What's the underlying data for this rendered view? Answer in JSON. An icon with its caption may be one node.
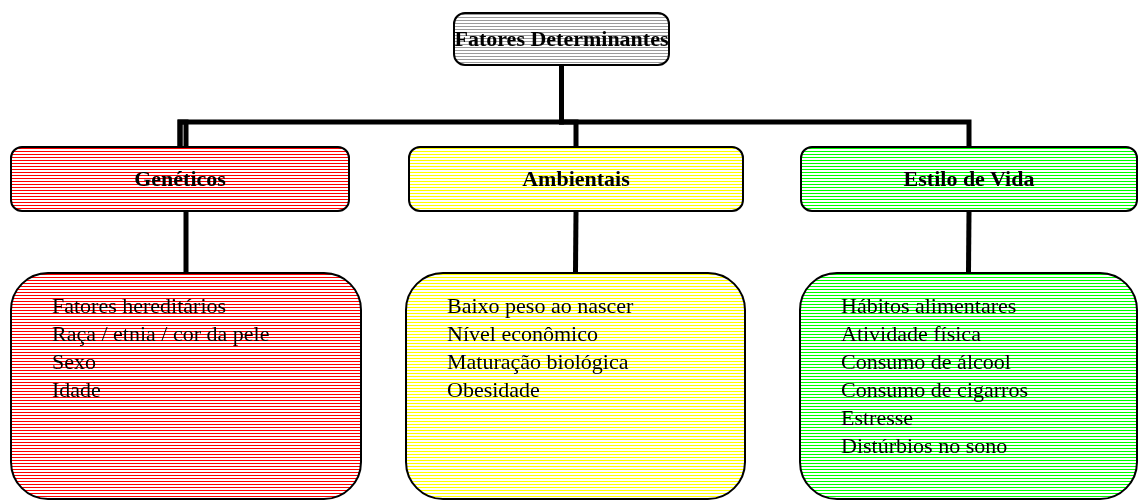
{
  "diagram": {
    "nodes": [
      {
        "text": [
          "Fatores Determinantes"
        ]
      },
      {
        "text": [
          "Genéticos"
        ]
      },
      {
        "text": [
          "Ambientais"
        ]
      },
      {
        "text": [
          "Estilo de Vida"
        ]
      },
      {
        "text": [
          "Fatores hereditários",
          "Raça / etnia / cor da pele",
          "Sexo",
          "Idade"
        ]
      },
      {
        "text": [
          "Baixo peso ao nascer",
          "Nível econômico",
          "Maturação biológica",
          "Obesidade"
        ]
      },
      {
        "text": [
          "Hábitos alimentares",
          "Atividade física",
          "Consumo de álcool",
          "Consumo de cigarros",
          "Estresse",
          "Distúrbios no sono"
        ]
      }
    ],
    "edges": [
      {
        "from": 0,
        "to": 1,
        "arrow": "none"
      },
      {
        "from": 0,
        "to": 2,
        "arrow": "none"
      },
      {
        "from": 0,
        "to": 3,
        "arrow": "none"
      },
      {
        "from": 1,
        "to": 4,
        "arrow": "none"
      },
      {
        "from": 2,
        "to": 5,
        "arrow": "none"
      },
      {
        "from": 3,
        "to": 6,
        "arrow": "none"
      }
    ]
  }
}
